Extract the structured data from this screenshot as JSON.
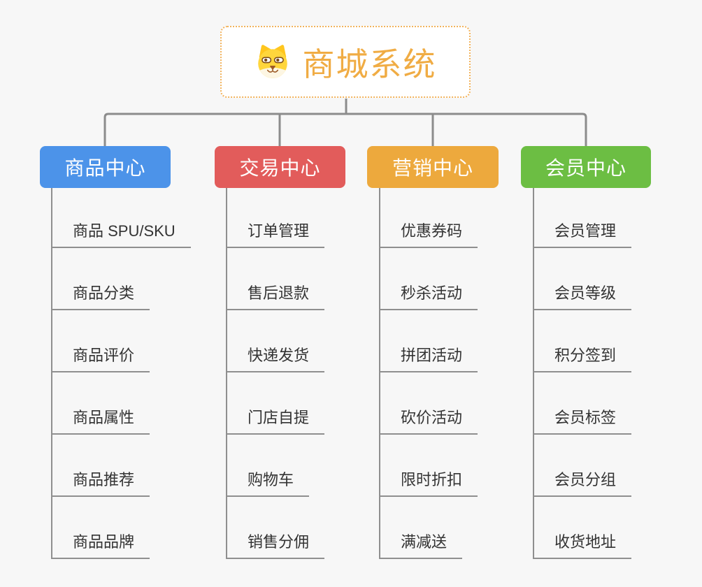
{
  "background": "#F7F7F7",
  "connector_color": "#8C8C8C",
  "root": {
    "label": "商城系统",
    "icon": "shiba-dog-icon",
    "text_color": "#F0AC44",
    "border_color": "#F2B35C"
  },
  "branches": [
    {
      "label": "商品中心",
      "color": "#4C93E9",
      "items": [
        "商品 SPU/SKU",
        "商品分类",
        "商品评价",
        "商品属性",
        "商品推荐",
        "商品品牌"
      ]
    },
    {
      "label": "交易中心",
      "color": "#E25C5B",
      "items": [
        "订单管理",
        "售后退款",
        "快递发货",
        "门店自提",
        "购物车",
        "销售分佣"
      ]
    },
    {
      "label": "营销中心",
      "color": "#EDA93D",
      "items": [
        "优惠券码",
        "秒杀活动",
        "拼团活动",
        "砍价活动",
        "限时折扣",
        "满减送"
      ]
    },
    {
      "label": "会员中心",
      "color": "#6CBE43",
      "items": [
        "会员管理",
        "会员等级",
        "积分签到",
        "会员标签",
        "会员分组",
        "收货地址"
      ]
    }
  ]
}
